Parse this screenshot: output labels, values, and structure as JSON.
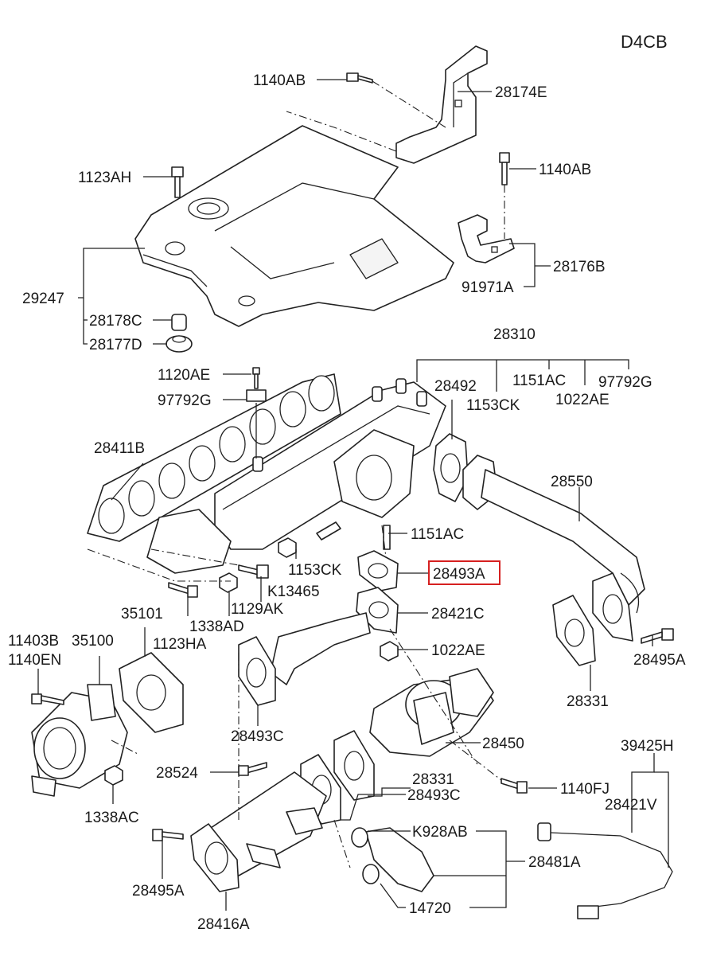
{
  "diagram": {
    "engine_code": "D4CB",
    "highlight_color": "#d62020",
    "highlighted_part": "28493A",
    "labels": [
      "1140AB",
      "28174E",
      "1123AH",
      "1140AB",
      "28176B",
      "91971A",
      "29247",
      "28178C",
      "28177D",
      "28310",
      "1120AE",
      "97792G",
      "28492",
      "1151AC",
      "97792G",
      "1153CK",
      "1022AE",
      "28411B",
      "28550",
      "1151AC",
      "1153CK",
      "28493A",
      "K13465",
      "35101",
      "1129AK",
      "1338AD",
      "28421C",
      "11403B",
      "35100",
      "1140EN",
      "1123HA",
      "1022AE",
      "28495A",
      "28493C",
      "28331",
      "28450",
      "39425H",
      "28524",
      "28331",
      "28493C",
      "1140FJ",
      "28421V",
      "1338AC",
      "K928AB",
      "28481A",
      "28495A",
      "14720",
      "28416A"
    ]
  }
}
